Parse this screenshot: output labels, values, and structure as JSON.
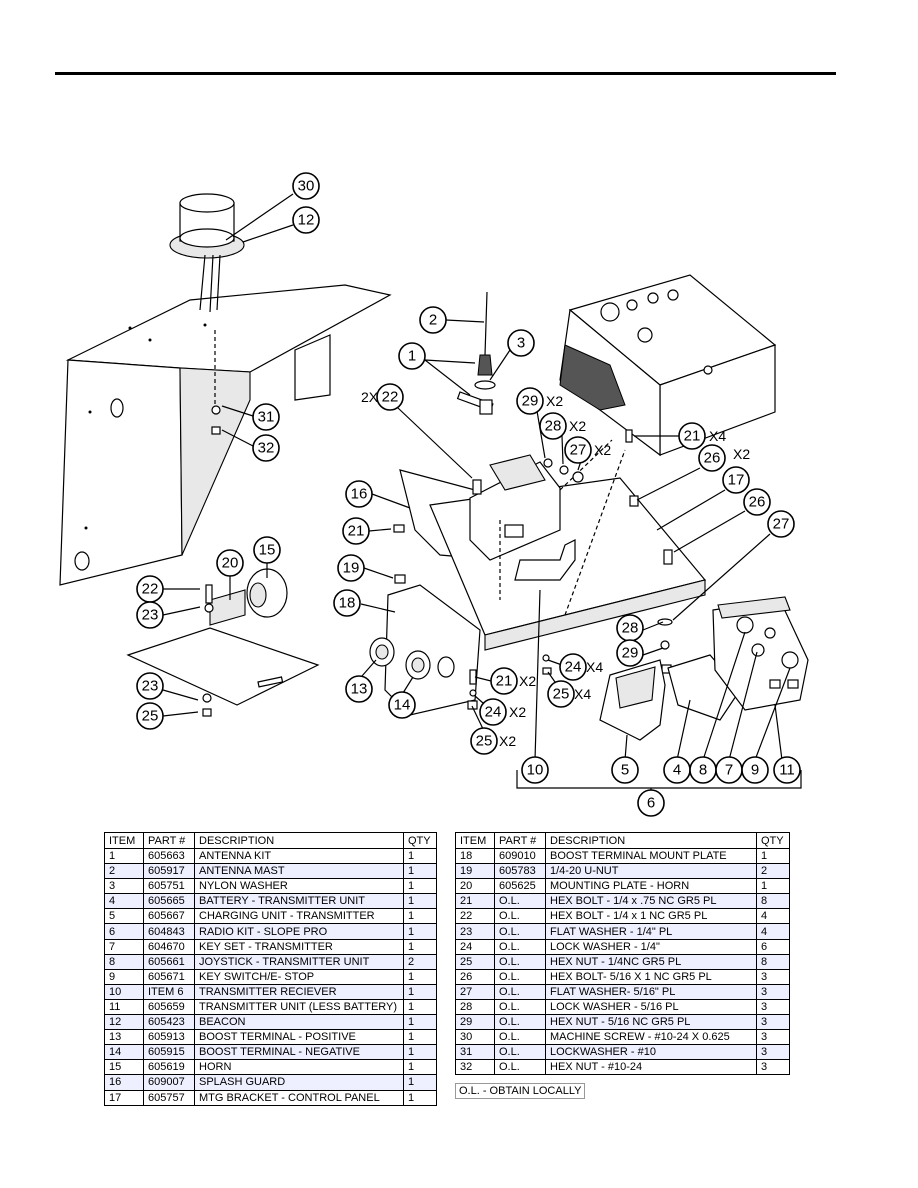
{
  "callouts": {
    "c30": "30",
    "c12": "12",
    "c31": "31",
    "c32": "32",
    "c22a": "22",
    "c23a": "23",
    "c20": "20",
    "c15": "15",
    "c23b": "23",
    "c25a": "25",
    "c2": "2",
    "c1": "1",
    "c3": "3",
    "c22b": "22",
    "c29": "29",
    "c28": "28",
    "c27a": "27",
    "c21a": "21",
    "c26a": "26",
    "c17": "17",
    "c26b": "26",
    "c27b": "27",
    "c16": "16",
    "c21b": "21",
    "c19": "19",
    "c18": "18",
    "c13": "13",
    "c14": "14",
    "c21c": "21",
    "c24a": "24",
    "c25b": "25",
    "c24b": "24",
    "c25c": "25",
    "c28b": "28",
    "c29b": "29",
    "c10": "10",
    "c5": "5",
    "c4": "4",
    "c8": "8",
    "c7": "7",
    "c9": "9",
    "c11": "11",
    "c6": "6"
  },
  "qty_tags": {
    "t22": "2X",
    "t29": "X2",
    "t28": "X2",
    "t27": "X2",
    "t21a": "X4",
    "t26": "X2",
    "t21c": "X2",
    "t24a": "X4",
    "t25b": "X4",
    "t24b": "X2",
    "t25c": "X2"
  },
  "table_headers": {
    "item": "ITEM",
    "part": "PART #",
    "description": "DESCRIPTION",
    "qty": "QTY"
  },
  "table_left": [
    {
      "item": "1",
      "part": "605663",
      "desc": "ANTENNA KIT",
      "qty": "1"
    },
    {
      "item": "2",
      "part": "605917",
      "desc": "ANTENNA MAST",
      "qty": "1"
    },
    {
      "item": "3",
      "part": "605751",
      "desc": "NYLON WASHER",
      "qty": "1"
    },
    {
      "item": "4",
      "part": "605665",
      "desc": "BATTERY - TRANSMITTER UNIT",
      "qty": "1"
    },
    {
      "item": "5",
      "part": "605667",
      "desc": "CHARGING UNIT - TRANSMITTER",
      "qty": "1"
    },
    {
      "item": "6",
      "part": "604843",
      "desc": "RADIO KIT - SLOPE PRO",
      "qty": "1"
    },
    {
      "item": "7",
      "part": "604670",
      "desc": "KEY SET - TRANSMITTER",
      "qty": "1"
    },
    {
      "item": "8",
      "part": "605661",
      "desc": "JOYSTICK - TRANSMITTER UNIT",
      "qty": "2"
    },
    {
      "item": "9",
      "part": "605671",
      "desc": "KEY SWITCH/E- STOP",
      "qty": "1"
    },
    {
      "item": "10",
      "part": "ITEM 6",
      "desc": "TRANSMITTER RECIEVER",
      "qty": "1"
    },
    {
      "item": "11",
      "part": "605659",
      "desc": "TRANSMITTER UNIT (LESS BATTERY)",
      "qty": "1"
    },
    {
      "item": "12",
      "part": "605423",
      "desc": "BEACON",
      "qty": "1"
    },
    {
      "item": "13",
      "part": "605913",
      "desc": "BOOST TERMINAL - POSITIVE",
      "qty": "1"
    },
    {
      "item": "14",
      "part": "605915",
      "desc": "BOOST TERMINAL - NEGATIVE",
      "qty": "1"
    },
    {
      "item": "15",
      "part": "605619",
      "desc": "HORN",
      "qty": "1"
    },
    {
      "item": "16",
      "part": "609007",
      "desc": "SPLASH GUARD",
      "qty": "1"
    },
    {
      "item": "17",
      "part": "605757",
      "desc": "MTG BRACKET - CONTROL PANEL",
      "qty": "1"
    }
  ],
  "table_right": [
    {
      "item": "18",
      "part": "609010",
      "desc": "BOOST TERMINAL MOUNT PLATE",
      "qty": "1"
    },
    {
      "item": "19",
      "part": "605783",
      "desc": "1/4-20 U-NUT",
      "qty": "2"
    },
    {
      "item": "20",
      "part": "605625",
      "desc": "MOUNTING PLATE - HORN",
      "qty": "1"
    },
    {
      "item": "21",
      "part": "O.L.",
      "desc": "HEX BOLT - 1/4 x .75 NC GR5 PL",
      "qty": "8"
    },
    {
      "item": "22",
      "part": "O.L.",
      "desc": "HEX BOLT - 1/4 x 1 NC GR5 PL",
      "qty": "4"
    },
    {
      "item": "23",
      "part": "O.L.",
      "desc": "FLAT WASHER - 1/4\" PL",
      "qty": "4"
    },
    {
      "item": "24",
      "part": "O.L.",
      "desc": "LOCK WASHER - 1/4\"",
      "qty": "6"
    },
    {
      "item": "25",
      "part": "O.L.",
      "desc": "HEX NUT - 1/4NC GR5 PL",
      "qty": "8"
    },
    {
      "item": "26",
      "part": "O.L.",
      "desc": "HEX BOLT- 5/16 X 1 NC GR5 PL",
      "qty": "3"
    },
    {
      "item": "27",
      "part": "O.L.",
      "desc": "FLAT WASHER- 5/16\" PL",
      "qty": "3"
    },
    {
      "item": "28",
      "part": "O.L.",
      "desc": "LOCK WASHER - 5/16 PL",
      "qty": "3"
    },
    {
      "item": "29",
      "part": "O.L.",
      "desc": "HEX NUT - 5/16 NC GR5 PL",
      "qty": "3"
    },
    {
      "item": "30",
      "part": "O.L.",
      "desc": "MACHINE SCREW - #10-24 X 0.625",
      "qty": "3"
    },
    {
      "item": "31",
      "part": "O.L.",
      "desc": "LOCKWASHER - #10",
      "qty": "3"
    },
    {
      "item": "32",
      "part": "O.L.",
      "desc": "HEX NUT - #10-24",
      "qty": "3"
    }
  ],
  "footnote": "O.L. - OBTAIN LOCALLY"
}
